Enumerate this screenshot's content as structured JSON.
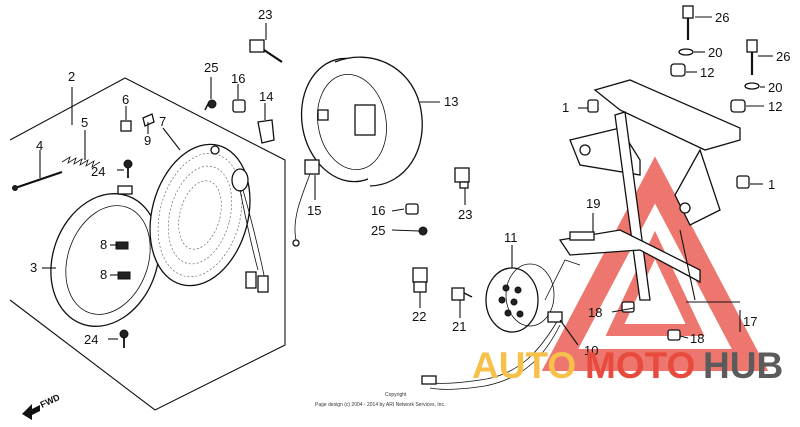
{
  "callouts": {
    "c1a": "1",
    "c1b": "1",
    "c2": "2",
    "c3": "3",
    "c4": "4",
    "c5": "5",
    "c6": "6",
    "c7": "7",
    "c8a": "8",
    "c8b": "8",
    "c9": "9",
    "c10": "10",
    "c11": "11",
    "c12a": "12",
    "c12b": "12",
    "c13": "13",
    "c14": "14",
    "c15": "15",
    "c16a": "16",
    "c16b": "16",
    "c17": "17",
    "c18a": "18",
    "c18b": "18",
    "c19": "19",
    "c20a": "20",
    "c20b": "20",
    "c21": "21",
    "c22": "22",
    "c23a": "23",
    "c23b": "23",
    "c24a": "24",
    "c24b": "24",
    "c25a": "25",
    "c25b": "25",
    "c26a": "26",
    "c26b": "26"
  },
  "fwd_label": "FWD",
  "copyright_line1": "Copyright",
  "copyright_line2": "Page design (c) 2004 - 2014 by ARI Network Services, Inc.",
  "watermark": {
    "part1": "AUTO",
    "part2": "MOTO",
    "part3": "HUB",
    "color_yellow": "#f7c04a",
    "color_red": "#e84a3e",
    "color_dark": "#5b5b5b"
  }
}
